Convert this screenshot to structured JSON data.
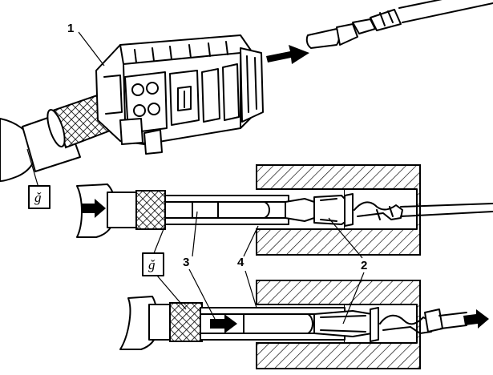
{
  "callouts": {
    "one": "1",
    "two": "2",
    "three": "3",
    "four": "4"
  },
  "tool_symbol": "ǧ"
}
